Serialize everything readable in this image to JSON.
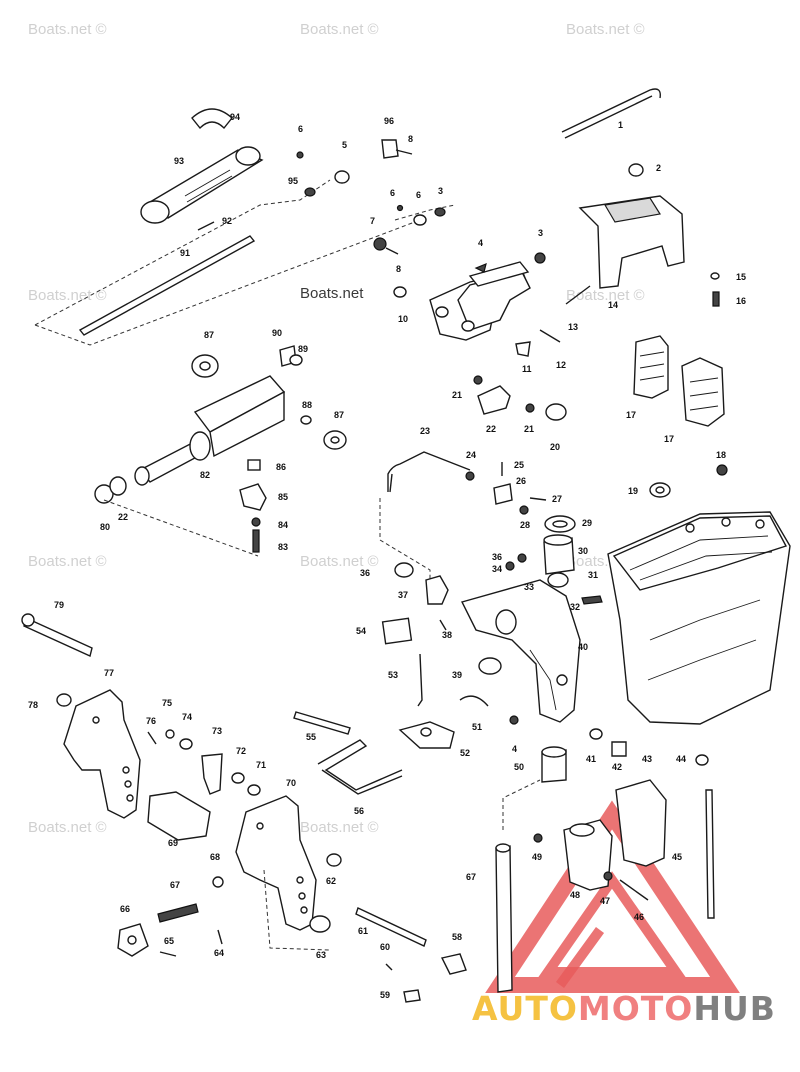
{
  "watermark": {
    "site": "Boats.net ©",
    "site_center": "Boats.net"
  },
  "brand": {
    "part1": "AUTO",
    "part2": "MOTO",
    "part3": "HUB",
    "color_part1": "#f5c242",
    "color_part2": "#f08080",
    "color_part3": "#808080",
    "triangle_color": "#e85c5c"
  },
  "callouts": {
    "c1": "1",
    "c2": "2",
    "c3": "3",
    "c3b": "3",
    "c4": "4",
    "c4b": "4",
    "c5": "5",
    "c6": "6",
    "c6b": "6",
    "c6c": "6",
    "c7": "7",
    "c8": "8",
    "c8b": "8",
    "c10": "10",
    "c11": "11",
    "c12": "12",
    "c13": "13",
    "c14": "14",
    "c15": "15",
    "c16": "16",
    "c17": "17",
    "c17b": "17",
    "c18": "18",
    "c19": "19",
    "c20": "20",
    "c21": "21",
    "c21b": "21",
    "c22": "22",
    "c22b": "22",
    "c23": "23",
    "c24": "24",
    "c25": "25",
    "c26": "26",
    "c27": "27",
    "c28": "28",
    "c29": "29",
    "c30": "30",
    "c31": "31",
    "c32": "32",
    "c33": "33",
    "c34": "34",
    "c36": "36",
    "c36b": "36",
    "c37": "37",
    "c38": "38",
    "c39": "39",
    "c40": "40",
    "c41": "41",
    "c42": "42",
    "c43": "43",
    "c44": "44",
    "c45": "45",
    "c46": "46",
    "c47": "47",
    "c48": "48",
    "c49": "49",
    "c50": "50",
    "c51": "51",
    "c52": "52",
    "c53": "53",
    "c54": "54",
    "c55": "55",
    "c56": "56",
    "c58": "58",
    "c59": "59",
    "c60": "60",
    "c61": "61",
    "c62": "62",
    "c63": "63",
    "c64": "64",
    "c65": "65",
    "c66": "66",
    "c67": "67",
    "c67b": "67",
    "c68": "68",
    "c69": "69",
    "c70": "70",
    "c71": "71",
    "c72": "72",
    "c73": "73",
    "c74": "74",
    "c75": "75",
    "c76": "76",
    "c77": "77",
    "c78": "78",
    "c79": "79",
    "c80": "80",
    "c82": "82",
    "c83": "83",
    "c84": "84",
    "c85": "85",
    "c86": "86",
    "c87": "87",
    "c87b": "87",
    "c88": "88",
    "c89": "89",
    "c90": "90",
    "c91": "91",
    "c92": "92",
    "c93": "93",
    "c94": "94",
    "c95": "95",
    "c96": "96"
  }
}
